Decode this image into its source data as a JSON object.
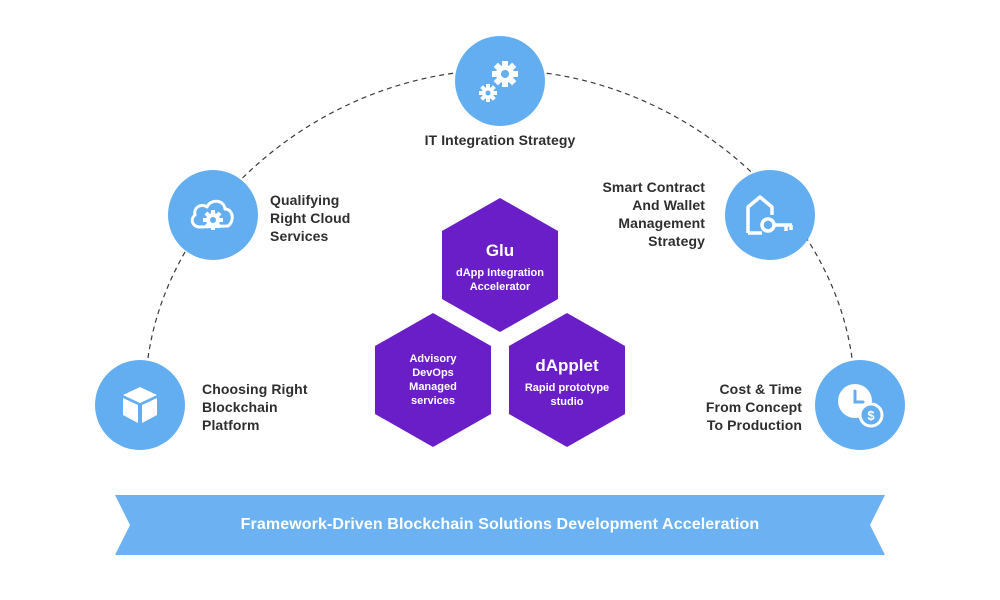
{
  "nodes": [
    {
      "id": "platform",
      "icon": "cube-icon",
      "label_lines": [
        "Choosing Right",
        "Blockchain",
        "Platform"
      ]
    },
    {
      "id": "cloud",
      "icon": "cloud-gear-icon",
      "label_lines": [
        "Qualifying",
        "Right Cloud",
        "Services"
      ]
    },
    {
      "id": "it",
      "icon": "gears-icon",
      "label_lines": [
        "IT Integration Strategy"
      ]
    },
    {
      "id": "wallet",
      "icon": "building-key-icon",
      "label_lines": [
        "Smart Contract",
        "And Wallet",
        "Management",
        "Strategy"
      ]
    },
    {
      "id": "cost",
      "icon": "clock-dollar-icon",
      "label_lines": [
        "Cost & Time",
        "From Concept",
        "To Production"
      ]
    }
  ],
  "hexagons": [
    {
      "id": "glu",
      "title": "Glu",
      "lines": [
        "dApp Integration",
        "Accelerator"
      ]
    },
    {
      "id": "advisory",
      "title": "",
      "lines": [
        "Advisory",
        "DevOps",
        "Managed",
        "services"
      ]
    },
    {
      "id": "dapplet",
      "title": "dApplet",
      "lines": [
        "Rapid prototype",
        "studio"
      ]
    }
  ],
  "banner": {
    "text": "Framework-Driven Blockchain Solutions Development Acceleration"
  },
  "colors": {
    "circle": "#63aef0",
    "hexagon": "#6a1ec8",
    "banner": "#6cb2f2",
    "label": "#2e2e2e",
    "dash": "#3a3a3a"
  }
}
